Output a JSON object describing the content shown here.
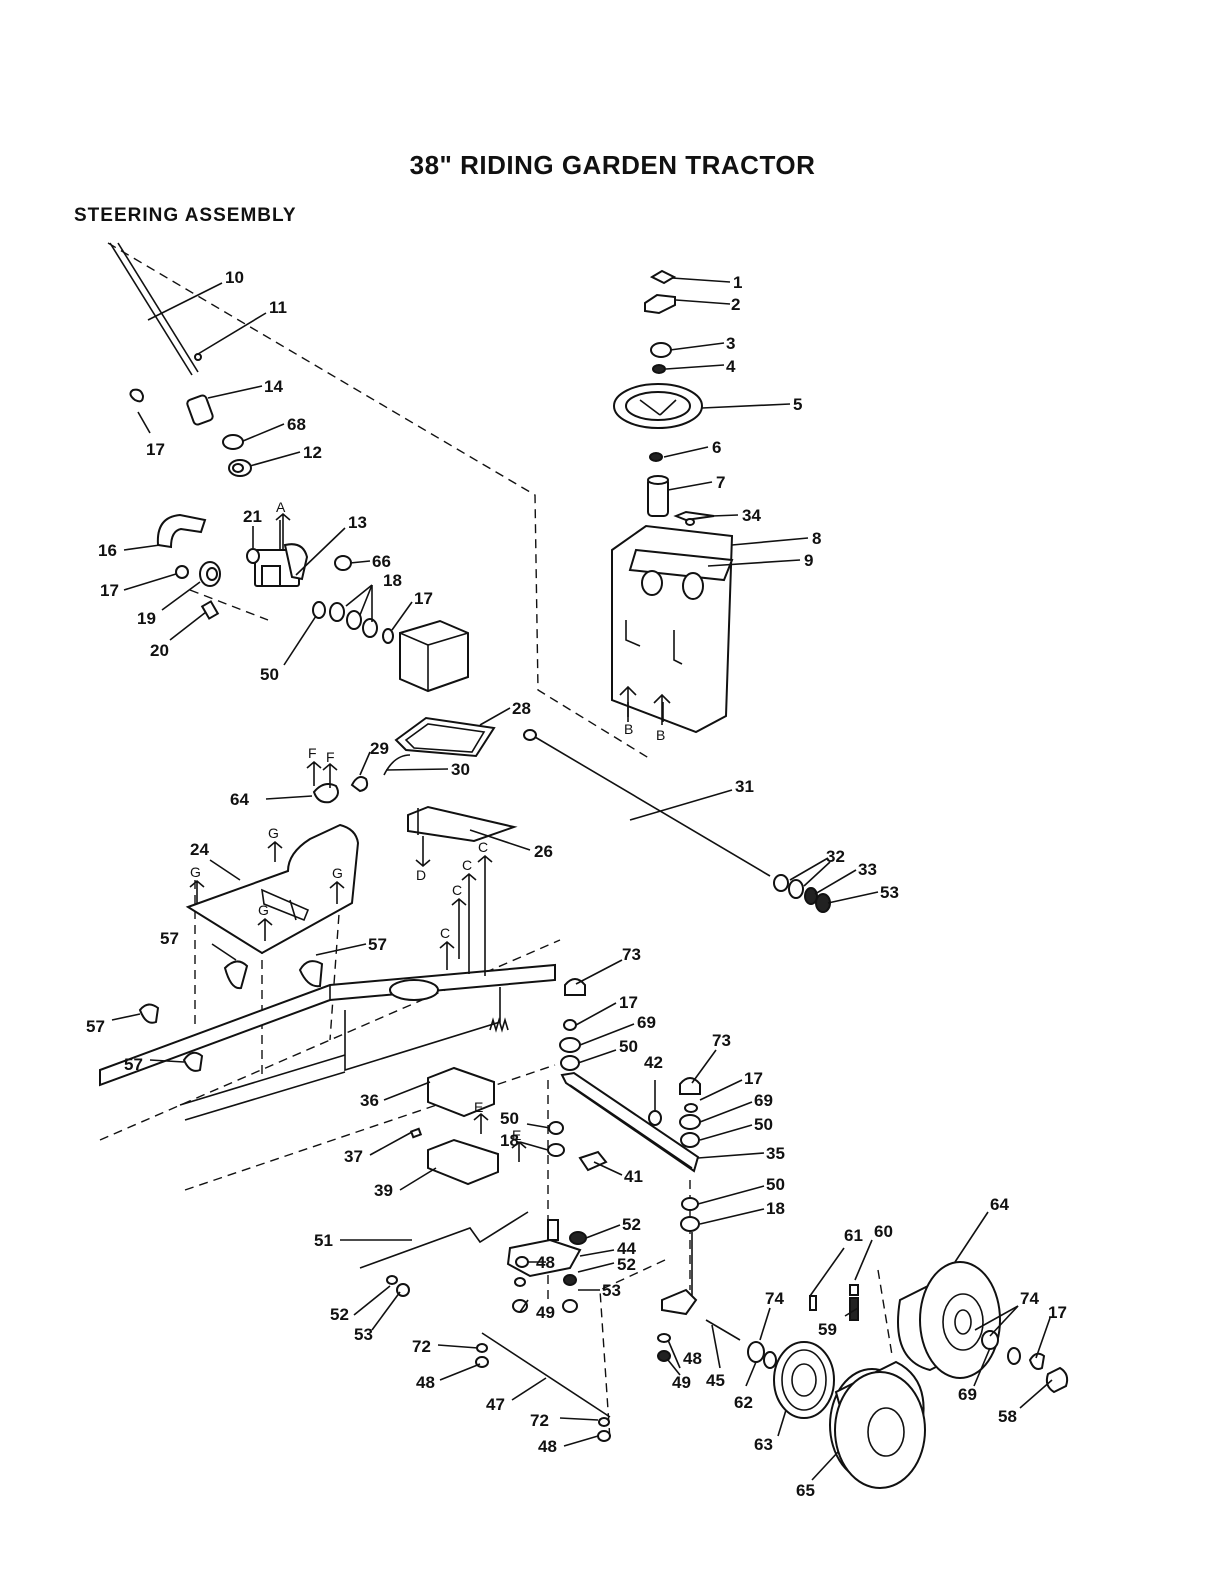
{
  "title": "38\" RIDING GARDEN TRACTOR",
  "subtitle": "STEERING ASSEMBLY",
  "callouts": [
    {
      "id": "c1",
      "text": "1"
    },
    {
      "id": "c2",
      "text": "2"
    },
    {
      "id": "c3",
      "text": "3"
    },
    {
      "id": "c4",
      "text": "4"
    },
    {
      "id": "c5",
      "text": "5"
    },
    {
      "id": "c6",
      "text": "6"
    },
    {
      "id": "c7",
      "text": "7"
    },
    {
      "id": "c34",
      "text": "34"
    },
    {
      "id": "c8",
      "text": "8"
    },
    {
      "id": "c9",
      "text": "9"
    },
    {
      "id": "c10",
      "text": "10"
    },
    {
      "id": "c11",
      "text": "11"
    },
    {
      "id": "c14",
      "text": "14"
    },
    {
      "id": "c17a",
      "text": "17"
    },
    {
      "id": "c68",
      "text": "68"
    },
    {
      "id": "c12",
      "text": "12"
    },
    {
      "id": "c16",
      "text": "16"
    },
    {
      "id": "c21",
      "text": "21"
    },
    {
      "id": "c13",
      "text": "13"
    },
    {
      "id": "c17b",
      "text": "17"
    },
    {
      "id": "c66",
      "text": "66"
    },
    {
      "id": "c18a",
      "text": "18"
    },
    {
      "id": "c19",
      "text": "19"
    },
    {
      "id": "c17c",
      "text": "17"
    },
    {
      "id": "c20",
      "text": "20"
    },
    {
      "id": "c50a",
      "text": "50"
    },
    {
      "id": "c28",
      "text": "28"
    },
    {
      "id": "c29",
      "text": "29"
    },
    {
      "id": "c30",
      "text": "30"
    },
    {
      "id": "c64a",
      "text": "64"
    },
    {
      "id": "c31",
      "text": "31"
    },
    {
      "id": "c24",
      "text": "24"
    },
    {
      "id": "c26",
      "text": "26"
    },
    {
      "id": "c32",
      "text": "32"
    },
    {
      "id": "c33",
      "text": "33"
    },
    {
      "id": "c53a",
      "text": "53"
    },
    {
      "id": "c57a",
      "text": "57"
    },
    {
      "id": "c57b",
      "text": "57"
    },
    {
      "id": "c73a",
      "text": "73"
    },
    {
      "id": "c57c",
      "text": "57"
    },
    {
      "id": "c17d",
      "text": "17"
    },
    {
      "id": "c69a",
      "text": "69"
    },
    {
      "id": "c57d",
      "text": "57"
    },
    {
      "id": "c50b",
      "text": "50"
    },
    {
      "id": "c42",
      "text": "42"
    },
    {
      "id": "c73b",
      "text": "73"
    },
    {
      "id": "c17e",
      "text": "17"
    },
    {
      "id": "c36",
      "text": "36"
    },
    {
      "id": "c69b",
      "text": "69"
    },
    {
      "id": "c50c",
      "text": "50"
    },
    {
      "id": "c18b",
      "text": "18"
    },
    {
      "id": "c50d",
      "text": "50"
    },
    {
      "id": "c35",
      "text": "35"
    },
    {
      "id": "c37",
      "text": "37"
    },
    {
      "id": "c41",
      "text": "41"
    },
    {
      "id": "c50e",
      "text": "50"
    },
    {
      "id": "c39",
      "text": "39"
    },
    {
      "id": "c18c",
      "text": "18"
    },
    {
      "id": "c64b",
      "text": "64"
    },
    {
      "id": "c51",
      "text": "51"
    },
    {
      "id": "c52a",
      "text": "52"
    },
    {
      "id": "c44",
      "text": "44"
    },
    {
      "id": "c48a",
      "text": "48"
    },
    {
      "id": "c52b",
      "text": "52"
    },
    {
      "id": "c61",
      "text": "61"
    },
    {
      "id": "c60",
      "text": "60"
    },
    {
      "id": "c52c",
      "text": "52"
    },
    {
      "id": "c53b",
      "text": "53"
    },
    {
      "id": "c49a",
      "text": "49"
    },
    {
      "id": "c74a",
      "text": "74"
    },
    {
      "id": "c74b",
      "text": "74"
    },
    {
      "id": "c17f",
      "text": "17"
    },
    {
      "id": "c53c",
      "text": "53"
    },
    {
      "id": "c59",
      "text": "59"
    },
    {
      "id": "c72a",
      "text": "72"
    },
    {
      "id": "c48b",
      "text": "48"
    },
    {
      "id": "c48c",
      "text": "48"
    },
    {
      "id": "c49b",
      "text": "49"
    },
    {
      "id": "c45",
      "text": "45"
    },
    {
      "id": "c62",
      "text": "62"
    },
    {
      "id": "c69c",
      "text": "69"
    },
    {
      "id": "c58",
      "text": "58"
    },
    {
      "id": "c47",
      "text": "47"
    },
    {
      "id": "c72b",
      "text": "72"
    },
    {
      "id": "c48d",
      "text": "48"
    },
    {
      "id": "c63",
      "text": "63"
    },
    {
      "id": "c65",
      "text": "65"
    }
  ],
  "reference_letters": [
    {
      "id": "rA",
      "text": "A"
    },
    {
      "id": "rB1",
      "text": "B"
    },
    {
      "id": "rB2",
      "text": "B"
    },
    {
      "id": "rF1",
      "text": "F"
    },
    {
      "id": "rF2",
      "text": "F"
    },
    {
      "id": "rG1",
      "text": "G"
    },
    {
      "id": "rG2",
      "text": "G"
    },
    {
      "id": "rG3",
      "text": "G"
    },
    {
      "id": "rG4",
      "text": "G"
    },
    {
      "id": "rD",
      "text": "D"
    },
    {
      "id": "rC1",
      "text": "C"
    },
    {
      "id": "rC2",
      "text": "C"
    },
    {
      "id": "rC3",
      "text": "C"
    },
    {
      "id": "rC4",
      "text": "C"
    },
    {
      "id": "rE1",
      "text": "E"
    },
    {
      "id": "rE2",
      "text": "E"
    }
  ]
}
